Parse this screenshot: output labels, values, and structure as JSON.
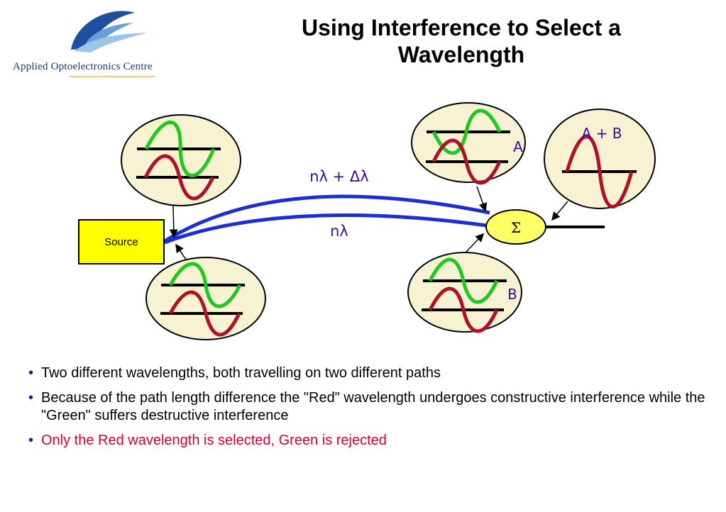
{
  "logo": {
    "text": "Applied Optoelectronics Centre"
  },
  "title": "Using Interference to Select a Wavelength",
  "diagram": {
    "source_label": "Source",
    "path_top_label": "nλ + Δλ",
    "path_bottom_label": "nλ",
    "sum_label": "Σ",
    "label_a": "A",
    "label_b": "B",
    "label_sum": "A + B"
  },
  "bullets": [
    "Two different wavelengths, both travelling on two different paths",
    "Because of the path length difference the \"Red\" wavelength undergoes constructive interference while the \"Green\" suffers destructive interference",
    "Only the Red wavelength is selected, Green is rejected"
  ],
  "colors": {
    "green_wave": "#1ec81e",
    "red_wave": "#b0102a",
    "path_blue": "#1c2fd0",
    "source_fill": "#ffff00",
    "bubble_fill": "#f6f2d2",
    "label_purple": "#3a0a9c",
    "highlight_red": "#d6002a"
  }
}
